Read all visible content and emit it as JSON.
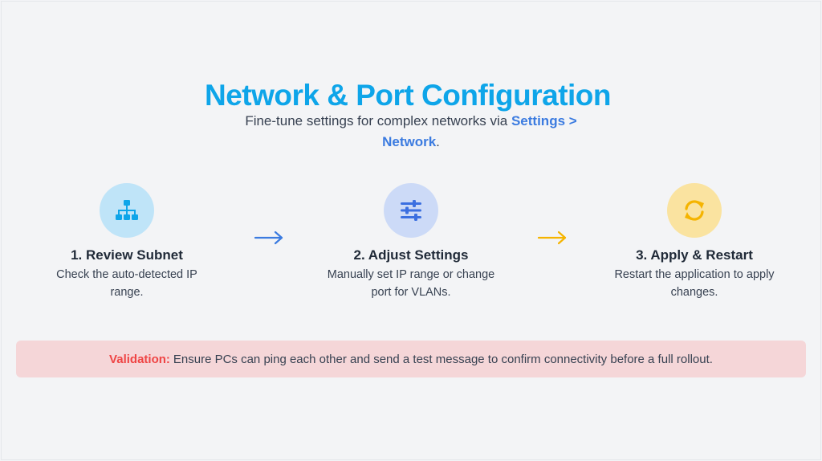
{
  "header": {
    "title": "Network & Port Configuration",
    "subtitle_prefix": "Fine-tune settings for complex networks via ",
    "subtitle_link": "Settings > Network",
    "subtitle_suffix": "."
  },
  "steps": [
    {
      "title": "1. Review Subnet",
      "description": "Check the auto-detected IP range.",
      "icon": "network-tree-icon",
      "icon_color": "#0ea5e9",
      "circle_color": "#bfe4f8"
    },
    {
      "title": "2. Adjust Settings",
      "description": "Manually set IP range or change port for VLANs.",
      "icon": "sliders-icon",
      "icon_color": "#3b6fe0",
      "circle_color": "#ccdaf7"
    },
    {
      "title": "3. Apply & Restart",
      "description": "Restart the application to apply changes.",
      "icon": "refresh-icon",
      "icon_color": "#f5b400",
      "circle_color": "#fae3a0"
    }
  ],
  "arrows": [
    {
      "icon": "arrow-right-icon",
      "color": "#3b7be0"
    },
    {
      "icon": "arrow-right-icon",
      "color": "#f5b400"
    }
  ],
  "validation": {
    "label": "Validation:",
    "text": "Ensure PCs can ping each other and send a test message to confirm connectivity before a full rollout.",
    "label_color": "#ef4444",
    "background": "#f5d6d8"
  }
}
